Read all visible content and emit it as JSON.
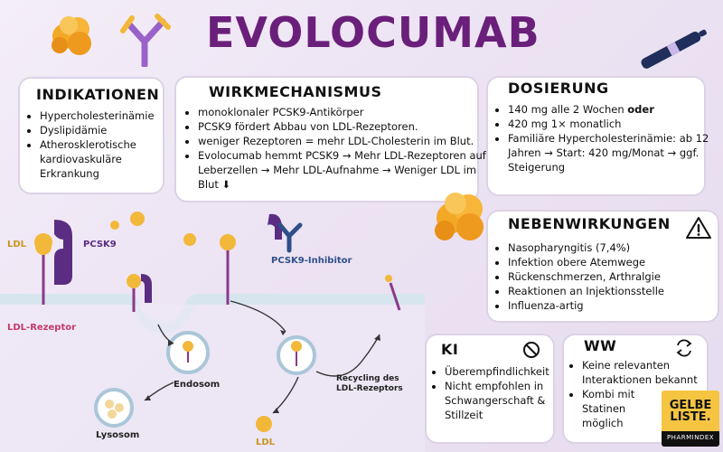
{
  "title": "EVOLOCUMAB",
  "indikationen": {
    "heading": "INDIKATIONEN",
    "items": [
      "Hypercholesterinämie",
      "Dyslipidämie",
      "Atherosklerotische kardiovaskuläre Erkrankung"
    ]
  },
  "wirkmechanismus": {
    "heading": "WIRKMECHANISMUS",
    "items": [
      "monoklonaler PCSK9-Antikörper",
      "PCSK9 fördert Abbau von LDL-Rezeptoren.",
      "weniger Rezeptoren = mehr LDL-Cholesterin im Blut.",
      "Evolocumab hemmt PCSK9 → Mehr LDL-Rezeptoren auf Leberzellen → Mehr LDL-Aufnahme → Weniger LDL im Blut ⬇"
    ]
  },
  "dosierung": {
    "heading": "DOSIERUNG",
    "item1_pre": "140 mg alle 2 Wochen ",
    "item1_bold": "oder",
    "item2": "420 mg 1× monatlich",
    "item3": "Familiäre Hypercholesterinämie: ab 12 Jahren → Start: 420 mg/Monat → ggf. Steigerung"
  },
  "nebenwirkungen": {
    "heading": "NEBENWIRKUNGEN",
    "items": [
      "Nasopharyngitis (7,4%)",
      "Infektion obere Atemwege",
      "Rückenschmerzen, Arthralgie",
      "Reaktionen an Injektionsstelle",
      "Influenza-artig"
    ]
  },
  "ki": {
    "heading": "KI",
    "items": [
      "Überempfindlichkeit",
      "Nicht empfohlen in Schwangerschaft & Stillzeit"
    ]
  },
  "ww": {
    "heading": "WW",
    "items": [
      "Keine relevanten Interaktionen bekannt",
      "Kombi mit Statinen möglich"
    ]
  },
  "illustration": {
    "ldl": "LDL",
    "pcsk9": "PCSK9",
    "ldl_rezeptor": "LDL-Rezeptor",
    "pcsk9_inhibitor": "PCSK9-Inhibitor",
    "endosom": "Endosom",
    "lysosom": "Lysosom",
    "recycling": "Recycling des LDL-Rezeptors",
    "ldl_bottom": "LDL"
  },
  "logo": {
    "line1": "GELBE LISTE.",
    "line2": "PHARMINDEX"
  },
  "colors": {
    "title": "#6a1f7a",
    "pcsk9": "#5a2d82",
    "ldl": "#f2b83a",
    "receptor": "#8a3a8a",
    "membrane": "#d7e6ee"
  },
  "icons": [
    "ldl-particle-icon",
    "antibody-icon",
    "injection-pen-icon",
    "warning-icon",
    "ban-icon",
    "swap-arrows-icon"
  ]
}
